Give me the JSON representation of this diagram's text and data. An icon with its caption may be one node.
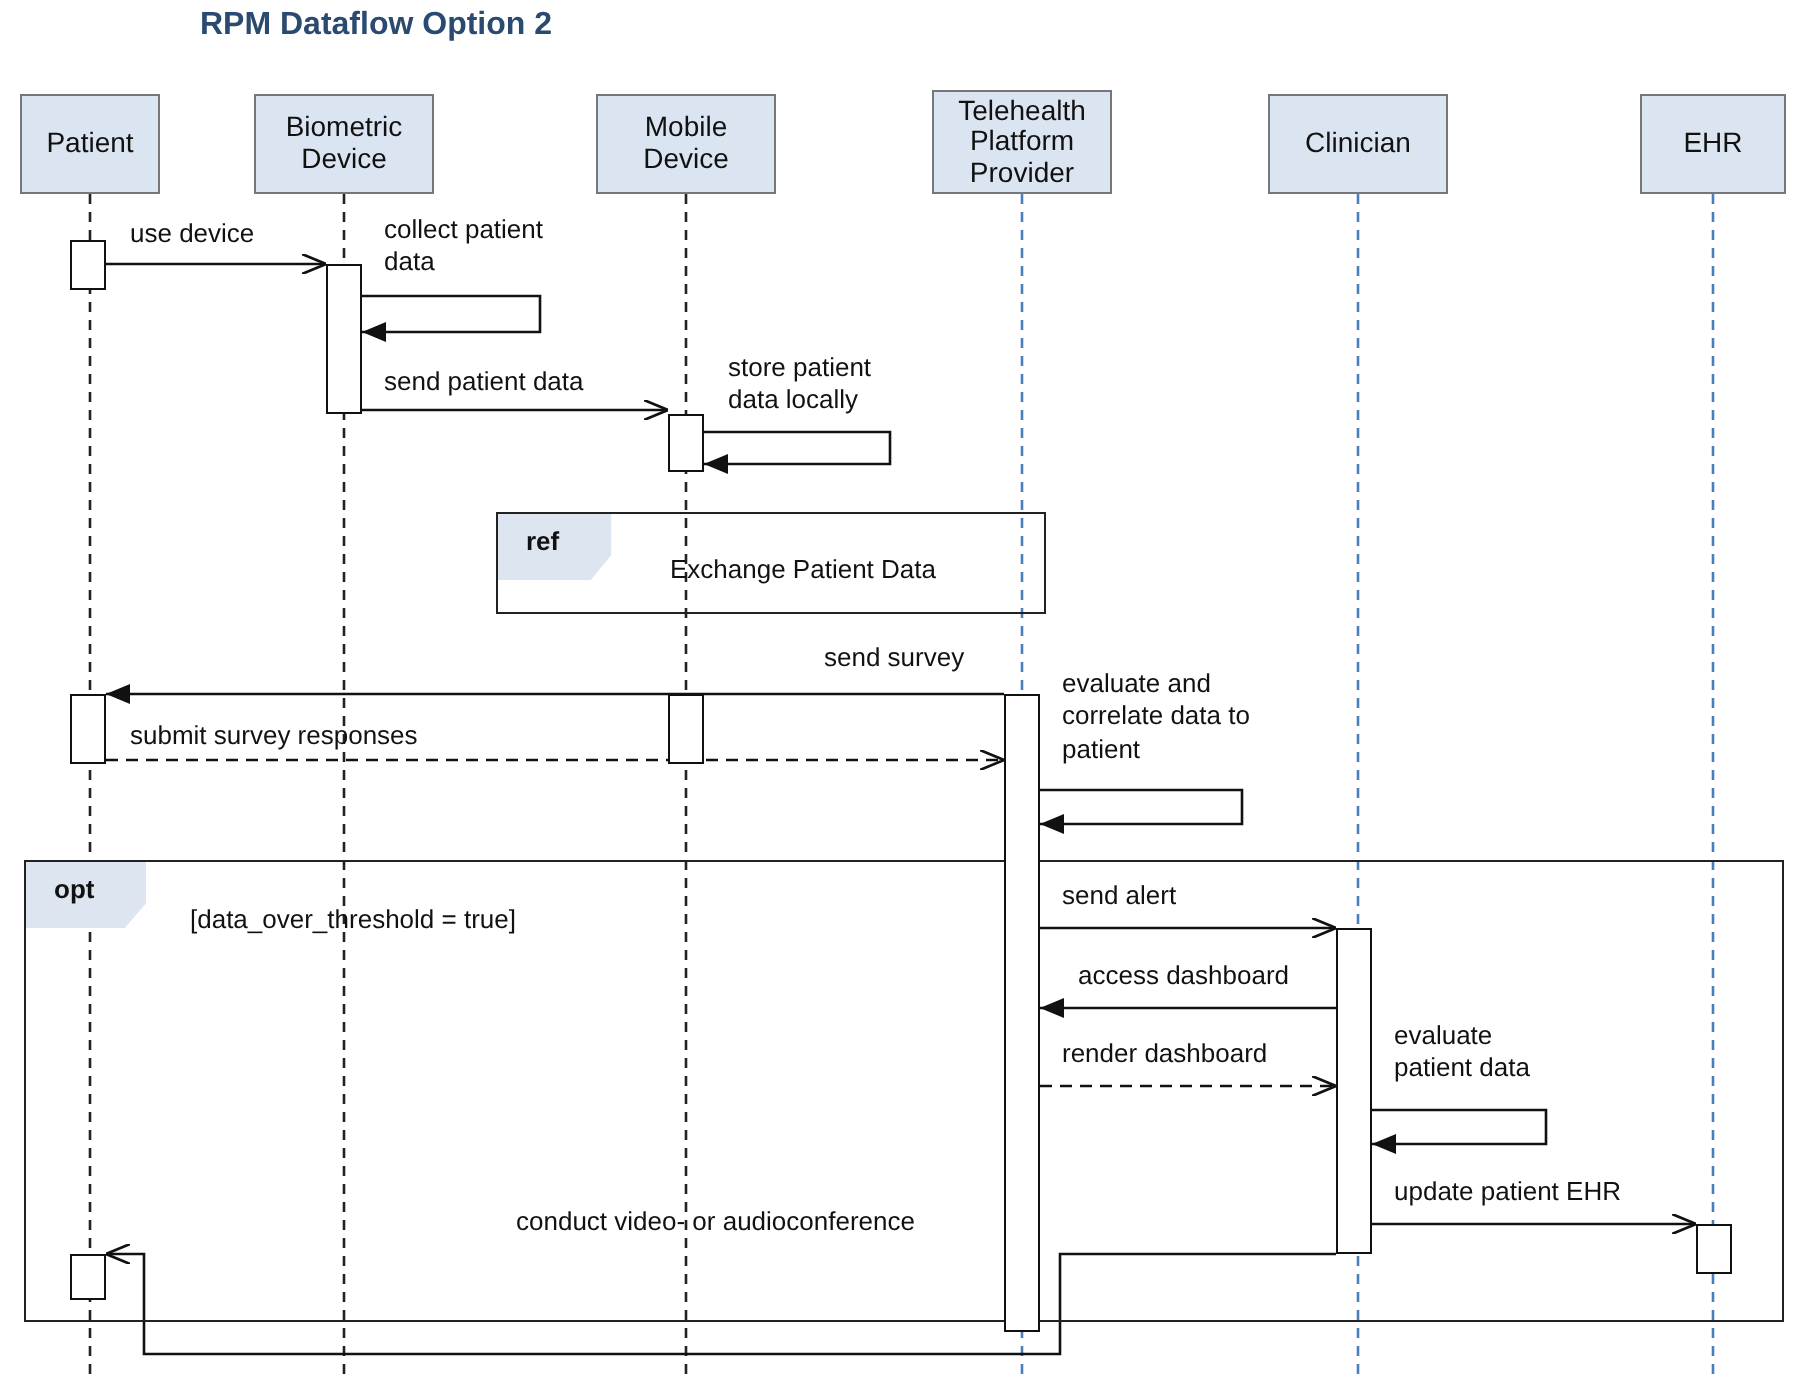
{
  "diagram": {
    "title": "RPM Dataflow Option 2",
    "nodes": [
      {
        "text": [
          "Patient"
        ]
      },
      {
        "text": [
          "Biometric Device"
        ]
      },
      {
        "text": [
          "Mobile Device"
        ]
      },
      {
        "text": [
          "Telehealth Platform Provider"
        ]
      },
      {
        "text": [
          "Clinician"
        ]
      },
      {
        "text": [
          "EHR"
        ]
      },
      {
        "text": [],
        "shape": "bar"
      },
      {
        "text": [],
        "shape": "bar"
      },
      {
        "text": [],
        "shape": "bar"
      },
      {
        "text": [
          "ref",
          "Exchange Patient Data"
        ]
      },
      {
        "text": [],
        "shape": "bar"
      },
      {
        "text": [],
        "shape": "bar"
      },
      {
        "text": [],
        "shape": "bar"
      },
      {
        "text": [
          "opt",
          "[data_over_threshold = true]"
        ]
      },
      {
        "text": [],
        "shape": "bar",
        "in": 13
      },
      {
        "text": [],
        "shape": "bar",
        "in": 13
      },
      {
        "text": [],
        "shape": "bar",
        "in": 13
      }
    ],
    "edges": [
      {
        "from": 6,
        "to": 7,
        "arrow": "to",
        "label": "use device"
      },
      {
        "from": 7,
        "to": 7,
        "arrow": "to",
        "label": "collect patient data"
      },
      {
        "from": 7,
        "to": 8,
        "arrow": "to",
        "label": "send patient data"
      },
      {
        "from": 8,
        "to": 8,
        "arrow": "to",
        "label": "store patient data locally"
      },
      {
        "from": 12,
        "to": 10,
        "arrow": "to",
        "label": "send survey"
      },
      {
        "from": 10,
        "to": 12,
        "arrow": "to",
        "label": "submit survey responses",
        "style": "dashed"
      },
      {
        "from": 12,
        "to": 12,
        "arrow": "to",
        "label": "evaluate and correlate data to patient"
      },
      {
        "from": 12,
        "to": 14,
        "arrow": "to",
        "label": "send alert"
      },
      {
        "from": 14,
        "to": 12,
        "arrow": "to",
        "label": "access dashboard"
      },
      {
        "from": 12,
        "to": 14,
        "arrow": "to",
        "label": "render dashboard",
        "style": "dashed"
      },
      {
        "from": 14,
        "to": 14,
        "arrow": "to",
        "label": "evaluate patient data"
      },
      {
        "from": 14,
        "to": 15,
        "arrow": "to",
        "label": "update patient EHR"
      },
      {
        "from": 14,
        "to": 16,
        "arrow": "to",
        "label": "conduct video- or audioconference"
      }
    ]
  }
}
